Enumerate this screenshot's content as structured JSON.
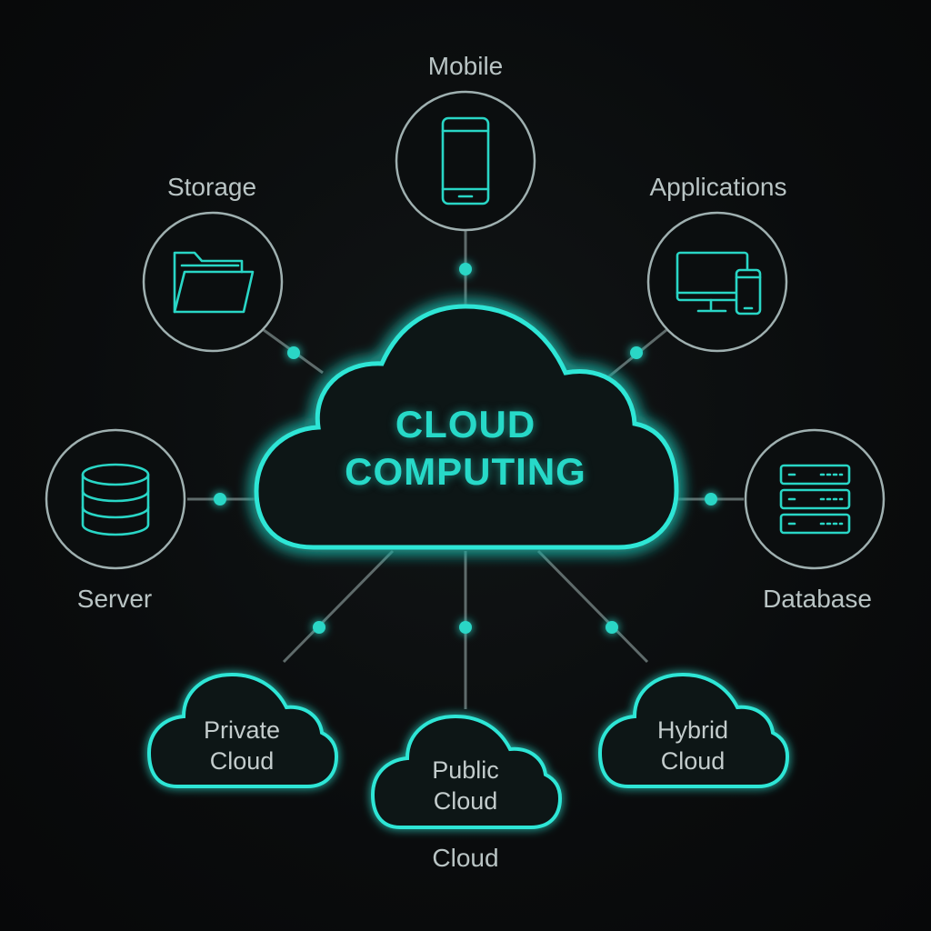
{
  "diagram": {
    "title_line1": "CLOUD",
    "title_line2": "COMPUTING",
    "nodes": {
      "mobile": {
        "label": "Mobile",
        "icon": "smartphone-icon"
      },
      "storage": {
        "label": "Storage",
        "icon": "folder-icon"
      },
      "applications": {
        "label": "Applications",
        "icon": "devices-icon"
      },
      "server": {
        "label": "Server",
        "icon": "database-cylinder-icon"
      },
      "database": {
        "label": "Database",
        "icon": "server-rack-icon"
      }
    },
    "sub_clouds": {
      "private": {
        "line1": "Private",
        "line2": "Cloud"
      },
      "public": {
        "line1": "Public",
        "line2": "Cloud"
      },
      "hybrid": {
        "line1": "Hybrid",
        "line2": "Cloud"
      }
    },
    "bottom_label": "Cloud"
  },
  "colors": {
    "background": "#0a0c0d",
    "accent": "#26e6d6",
    "node_ring": "#9fb0b0",
    "connector": "#5f6b6b",
    "label": "#b9c4c4"
  }
}
